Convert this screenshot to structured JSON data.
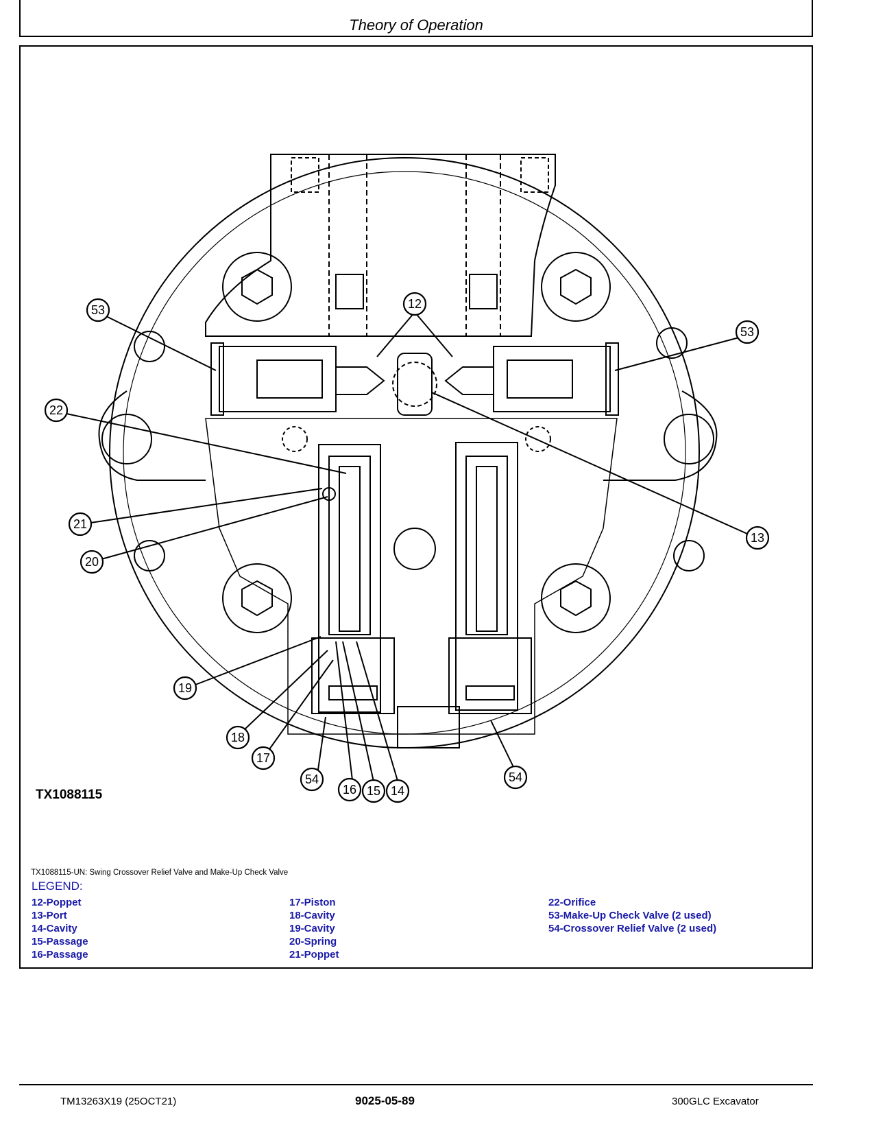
{
  "header": {
    "title": "Theory of Operation"
  },
  "figure": {
    "id": "TX1088115",
    "caption": "TX1088115-UN: Swing Crossover Relief Valve and Make-Up Check Valve",
    "callouts": [
      "53",
      "12",
      "53",
      "22",
      "21",
      "20",
      "13",
      "19",
      "18",
      "17",
      "54",
      "16",
      "15",
      "14",
      "54"
    ]
  },
  "legend": {
    "title": "LEGEND:",
    "col1": [
      "12-Poppet",
      "13-Port",
      "14-Cavity",
      "15-Passage",
      "16-Passage"
    ],
    "col2": [
      "17-Piston",
      "18-Cavity",
      "19-Cavity",
      "20-Spring",
      "21-Poppet"
    ],
    "col3": [
      "22-Orifice",
      "53-Make-Up Check Valve (2 used)",
      "54-Crossover Relief Valve (2 used)"
    ]
  },
  "footer": {
    "left": "TM13263X19 (25OCT21)",
    "center": "9025-05-89",
    "right": "300GLC Excavator"
  },
  "colors": {
    "legend_text": "#1a1aa8"
  }
}
